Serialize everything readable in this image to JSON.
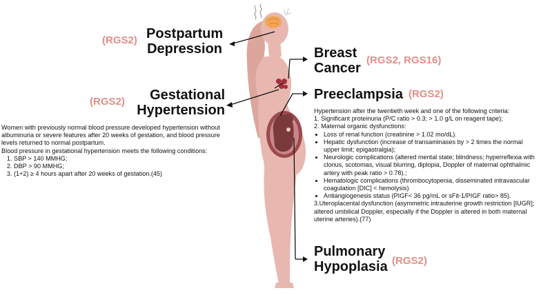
{
  "colors": {
    "skin": "#e8b8b0",
    "skin_dark": "#d49a92",
    "hair": "#dca69c",
    "brain": "#f2a655",
    "tumor": "#a4303a",
    "uterus": "#9c4a4c",
    "fetus": "#7a3a3c",
    "gene_text": "#e08f86"
  },
  "icons": [
    "heat-waves-icon",
    "brain-icon",
    "breast-tumor-icon",
    "uterus-fetus-icon"
  ],
  "postpartum": {
    "gene": "(RGS2)",
    "title_line1": "Postpartum",
    "title_line2": "Depression"
  },
  "gestational": {
    "gene": "(RGS2)",
    "title_line1": "Gestational",
    "title_line2": "Hypertension",
    "intro": "Women with previously normal blood pressure developed hypertension without albuminuria or severe features after 20 weeks of gestation, and blood pressure levels returned to normal postpartum.",
    "criteria_intro": "Blood pressure in gestational hypertension meets the following conditions:",
    "conditions": [
      "SBP > 140 MMHG;",
      "DBP > 90 MMHG;",
      "(1+2) ≥ 4 hours apart after 20 weeks of gestation.(45)"
    ]
  },
  "breast": {
    "title_line1": "Breast",
    "title_line2": "Cancer",
    "gene": "(RGS2, RGS16)"
  },
  "preeclampsia": {
    "title": "Preeclampsia",
    "gene": "(RGS2)",
    "intro": "Hypertension after the twentieth week and one of the following criteria:",
    "item1": "1. Significant proteinuria (P/C ratio > 0.3; > 1.0 g/L on reagent tape);",
    "item2": "2. Maternal organic dysfunctions:",
    "dysfunctions": [
      "Loss of renal function (creatinine > 1.02 mo/dL).",
      "Hepatic dysfunction (increase of transaminases by > 2 times the normal upper limit; epigastralgia);",
      "Neurologic complications (altered mental state; blindness; hyperreflexia with clonus, scotomas, visual blurring, diplopia, Doppler of maternal ophthalmic artery with peak ratio > 0.78).;",
      "Hematologic complications (thrombocytopenia, disseminated intravascular coagulation [DIC] < hemolysis)",
      "Antiangiogenesis status (PIGF< 36 pg/mL or sFit-1/PIGF ratio> 85)."
    ],
    "item3": "3.Uteroplacental dysfunction (asymmetric intrauterine growth restriction [IUGR]; altered umbilical Doppler, especially if the Doppler is altered in both maternal uterine arteries).(77)"
  },
  "pulmonary": {
    "title_line1": "Pulmonary",
    "title_line2": "Hypoplasia",
    "gene": "(RGS2)"
  }
}
